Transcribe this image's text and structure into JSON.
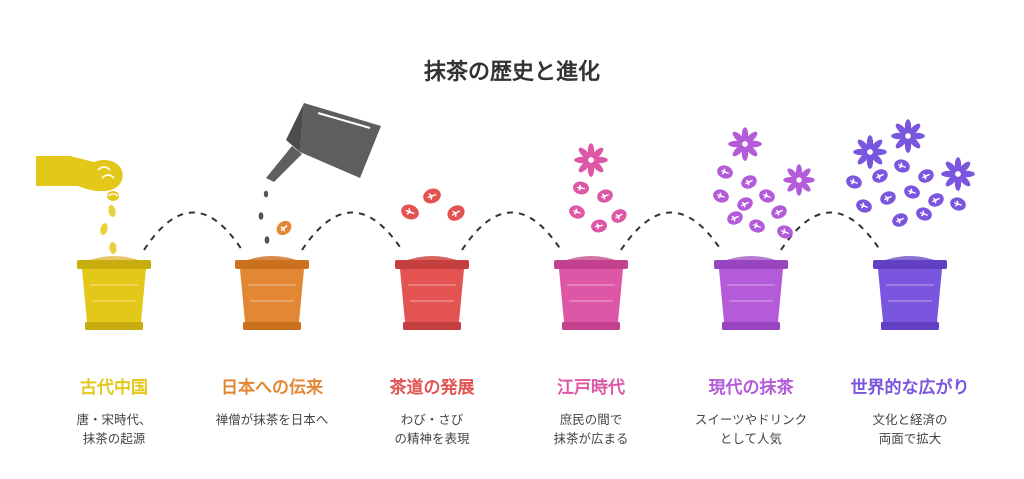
{
  "title": "抹茶の歴史と進化",
  "stages": [
    {
      "label": "古代中国",
      "desc": [
        "唐・宋時代、",
        "抹茶の起源"
      ],
      "color": "#e3c81a",
      "dark": "#c7ad0e",
      "soil": "#e9c66a"
    },
    {
      "label": "日本への伝来",
      "desc": [
        "禅僧が抹茶を日本へ"
      ],
      "color": "#e28733",
      "dark": "#c9711f",
      "soil": "#d88a4a"
    },
    {
      "label": "茶道の発展",
      "desc": [
        "わび・さび",
        "の精神を表現"
      ],
      "color": "#e25352",
      "dark": "#c53f3f",
      "soil": "#d9645e"
    },
    {
      "label": "江戸時代",
      "desc": [
        "庶民の間で",
        "抹茶が広まる"
      ],
      "color": "#dd57a6",
      "dark": "#c2428d",
      "soil": "#d274a6"
    },
    {
      "label": "現代の抹茶",
      "desc": [
        "スイーツやドリンク",
        "として人気"
      ],
      "color": "#b35bd9",
      "dark": "#9845bf",
      "soil": "#b77cd1"
    },
    {
      "label": "世界的な広がり",
      "desc": [
        "文化と経済の",
        "両面で拡大"
      ],
      "color": "#7a55dd",
      "dark": "#6240c4",
      "soil": "#8a72cf"
    }
  ]
}
